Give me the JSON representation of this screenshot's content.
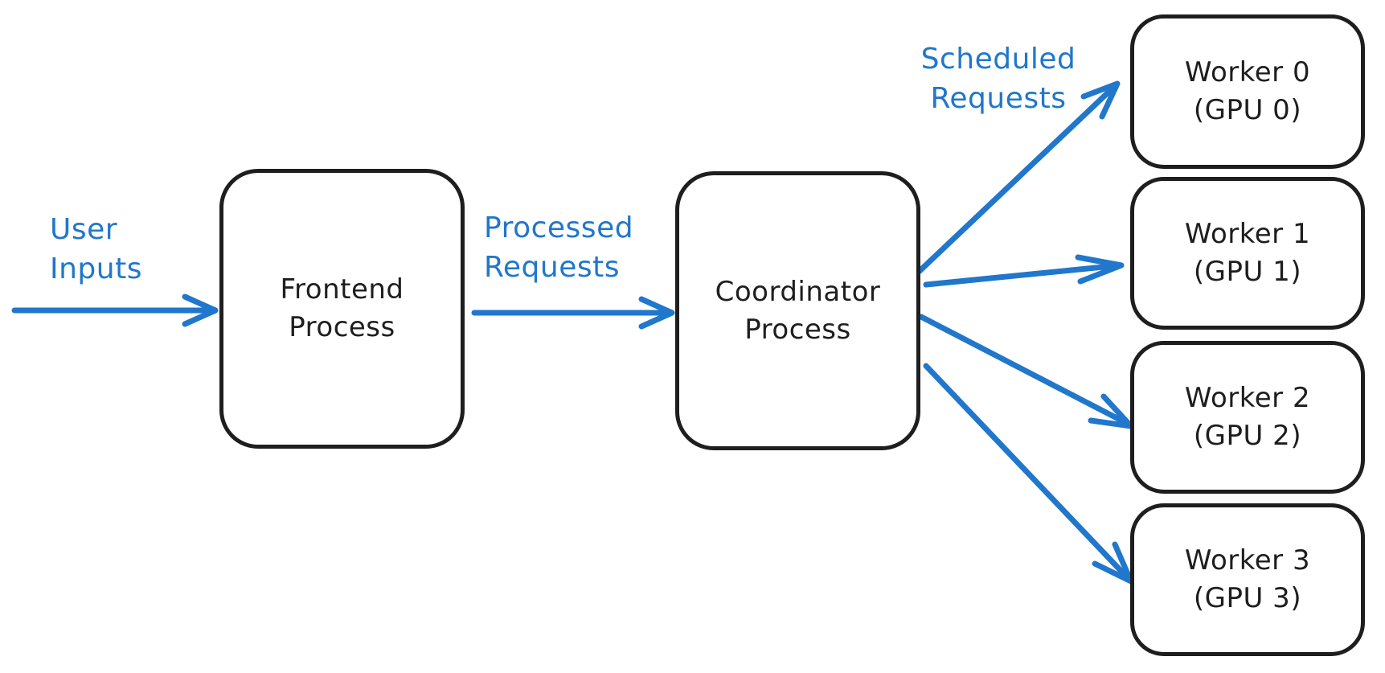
{
  "colors": {
    "accent_blue": "#2077cc",
    "stroke_black": "#1e1e1e",
    "background": "#ffffff"
  },
  "nodes": {
    "frontend": {
      "line1": "Frontend",
      "line2": "Process"
    },
    "coordinator": {
      "line1": "Coordinator",
      "line2": "Process"
    },
    "workers": [
      {
        "line1": "Worker 0",
        "line2": "(GPU 0)"
      },
      {
        "line1": "Worker 1",
        "line2": "(GPU 1)"
      },
      {
        "line1": "Worker 2",
        "line2": "(GPU 2)"
      },
      {
        "line1": "Worker 3",
        "line2": "(GPU 3)"
      }
    ]
  },
  "edge_labels": {
    "user_inputs": {
      "line1": "User",
      "line2": "Inputs"
    },
    "processed_requests": {
      "line1": "Processed",
      "line2": "Requests"
    },
    "scheduled_requests": {
      "line1": "Scheduled",
      "line2": "Requests"
    }
  }
}
